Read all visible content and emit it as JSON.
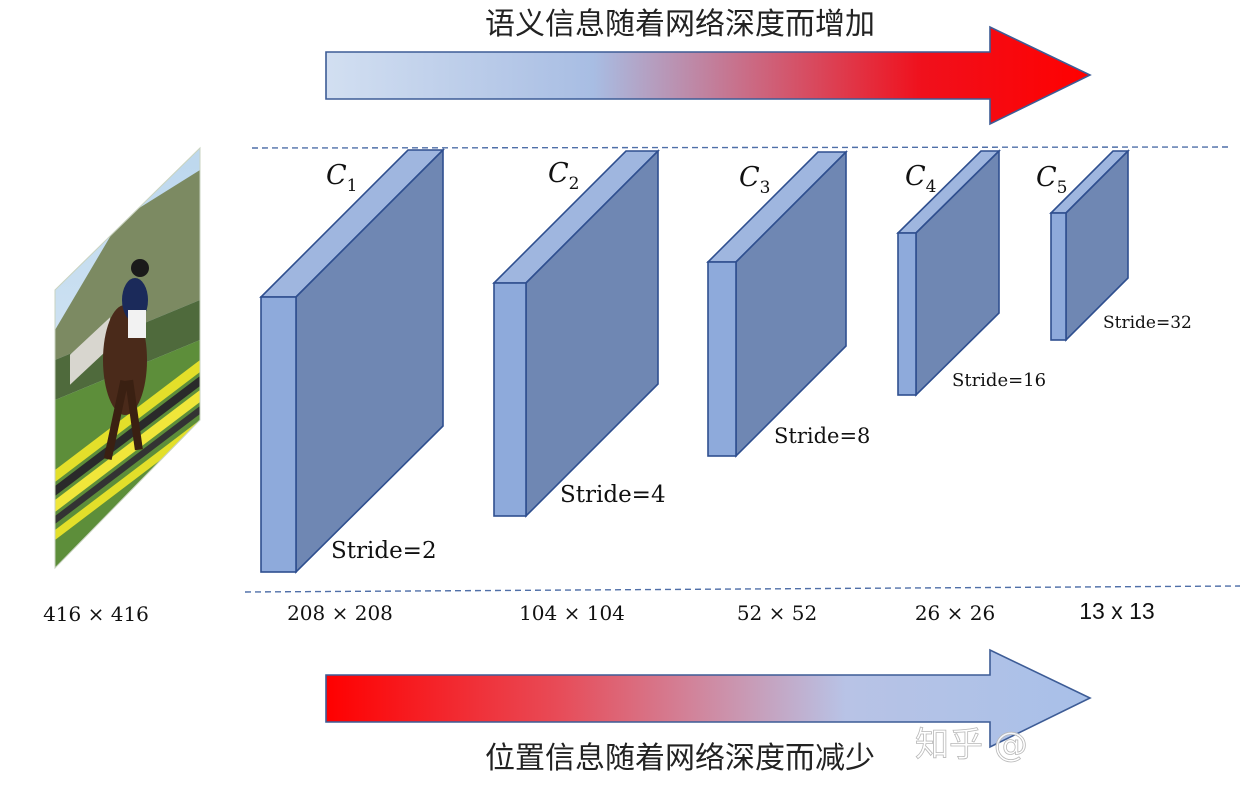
{
  "top_arrow": {
    "label": "语义信息随着网络深度而增加",
    "gradient": [
      "#d2dff1",
      "#a8bde3",
      "#f0101c",
      "#ff0000"
    ]
  },
  "bottom_arrow": {
    "label": "位置信息随着网络深度而减少",
    "gradient": [
      "#ff0000",
      "#e84a56",
      "#b8c3e6",
      "#a8c0e8"
    ]
  },
  "input": {
    "size": "416 × 416"
  },
  "layers": [
    {
      "name": "C",
      "sub": "1",
      "stride": "Stride=2",
      "size": "208 × 208"
    },
    {
      "name": "C",
      "sub": "2",
      "stride": "Stride=4",
      "size": "104 × 104"
    },
    {
      "name": "C",
      "sub": "3",
      "stride": "Stride=8",
      "size": "52 × 52"
    },
    {
      "name": "C",
      "sub": "4",
      "stride": "Stride=16",
      "size": "26 × 26"
    },
    {
      "name": "C",
      "sub": "5",
      "stride": "Stride=32",
      "size": "13 x 13"
    }
  ],
  "colors": {
    "box_front": "#8eaadb",
    "box_side": "#6f87b3",
    "box_top": "#9fb6df",
    "box_edge": "#2f4f8f",
    "dash": "#4f6fa8"
  },
  "watermark": "知乎 @"
}
